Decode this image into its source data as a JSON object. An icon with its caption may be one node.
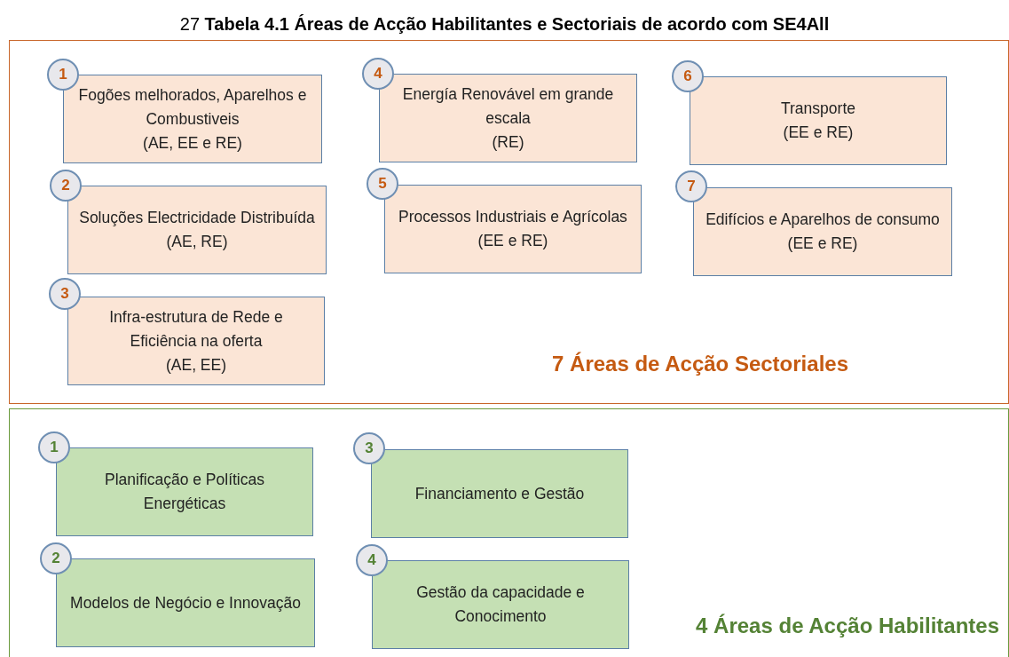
{
  "diagram": {
    "title": "27 **Tabela 4.1 Áreas de Acção Habilitantes e Sectoriais de acordo com SE4All**",
    "nodes": [
      {
        "text": [
          "7 Áreas de Acção Sectoriales"
        ]
      },
      {
        "text": [
          "1"
        ],
        "in": 0
      },
      {
        "text": [
          "Fogões melhorados, Aparelhos e Combustiveis",
          "(AE, EE e RE)"
        ],
        "in": 0
      },
      {
        "text": [
          "2"
        ],
        "in": 0
      },
      {
        "text": [
          "Soluções Electricidade Distribuída",
          "(AE, RE)"
        ],
        "in": 0
      },
      {
        "text": [
          "3"
        ],
        "in": 0
      },
      {
        "text": [
          "Infra-estrutura de Rede e Eficiência na oferta",
          "(AE, EE)"
        ],
        "in": 0
      },
      {
        "text": [
          "4"
        ],
        "in": 0
      },
      {
        "text": [
          "Energía Renovável em grande escala",
          "(RE)"
        ],
        "in": 0
      },
      {
        "text": [
          "5"
        ],
        "in": 0
      },
      {
        "text": [
          "Processos Industriais e Agrícolas",
          "(EE e RE)"
        ],
        "in": 0
      },
      {
        "text": [
          "6"
        ],
        "in": 0
      },
      {
        "text": [
          "Transporte",
          "(EE e RE)"
        ],
        "in": 0
      },
      {
        "text": [
          "7"
        ],
        "in": 0
      },
      {
        "text": [
          "Edifícios e Aparelhos de consumo",
          "(EE e RE)"
        ],
        "in": 0
      },
      {
        "text": [
          "4 Áreas de Acção Habilitantes"
        ]
      },
      {
        "text": [
          "1"
        ],
        "in": 15
      },
      {
        "text": [
          "Planificação e Políticas Energéticas"
        ],
        "in": 15
      },
      {
        "text": [
          "2"
        ],
        "in": 15
      },
      {
        "text": [
          "Modelos de Negócio e Innovação"
        ],
        "in": 15
      },
      {
        "text": [
          "3"
        ],
        "in": 15
      },
      {
        "text": [
          "Financiamento e Gestão"
        ],
        "in": 15
      },
      {
        "text": [
          "4"
        ],
        "in": 15
      },
      {
        "text": [
          "Gestão da capacidade e Conocimento"
        ],
        "in": 15
      }
    ],
    "edges": []
  }
}
